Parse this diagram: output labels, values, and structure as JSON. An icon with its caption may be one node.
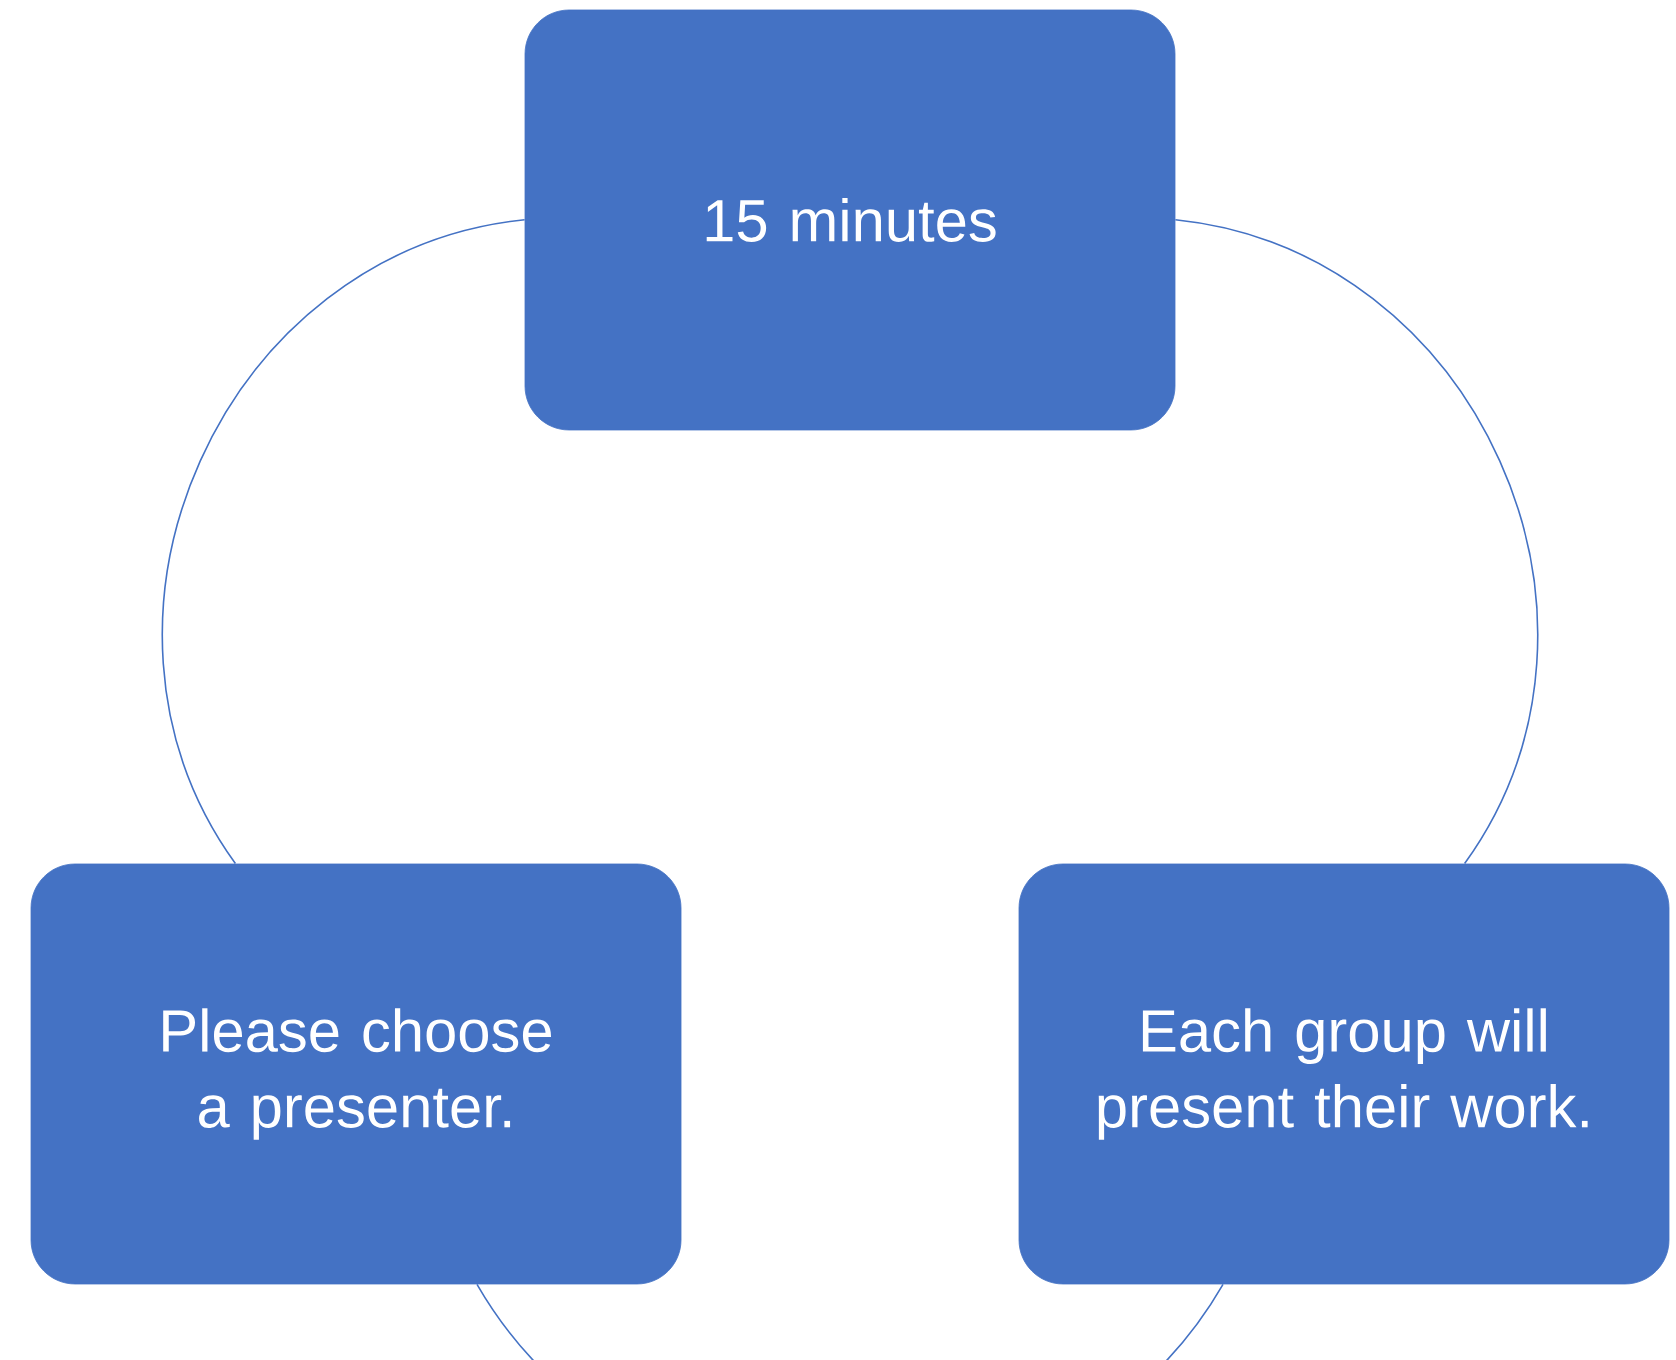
{
  "diagram": {
    "nodes": [
      {
        "text": [
          "15 minutes"
        ]
      },
      {
        "text": [
          "Each group will present their work."
        ]
      },
      {
        "text": [
          "Please choose a presenter."
        ]
      }
    ],
    "edges": [
      {
        "from": 0,
        "to": 1,
        "arrow": "none"
      },
      {
        "from": 1,
        "to": 2,
        "arrow": "none"
      },
      {
        "from": 2,
        "to": 0,
        "arrow": "none"
      }
    ]
  }
}
